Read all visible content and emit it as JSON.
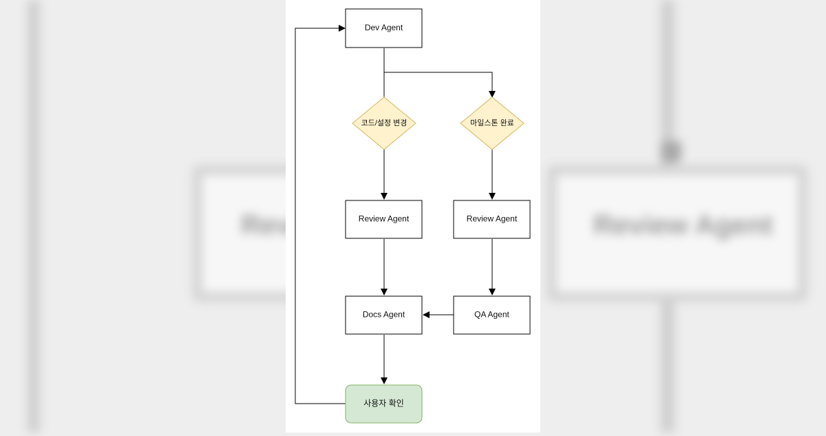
{
  "nodes": {
    "dev": "Dev Agent",
    "decision_left": "코드/설정 변경",
    "decision_right": "마일스톤 완료",
    "review_left": "Review Agent",
    "review_right": "Review Agent",
    "docs": "Docs Agent",
    "qa": "QA Agent",
    "user": "사용자 확인"
  },
  "colors": {
    "process_fill": "#ffffff",
    "decision_fill": "#fff2cc",
    "decision_stroke": "#d6b656",
    "terminal_fill": "#d5e8d4",
    "terminal_stroke": "#82b366",
    "edge": "#000000"
  }
}
